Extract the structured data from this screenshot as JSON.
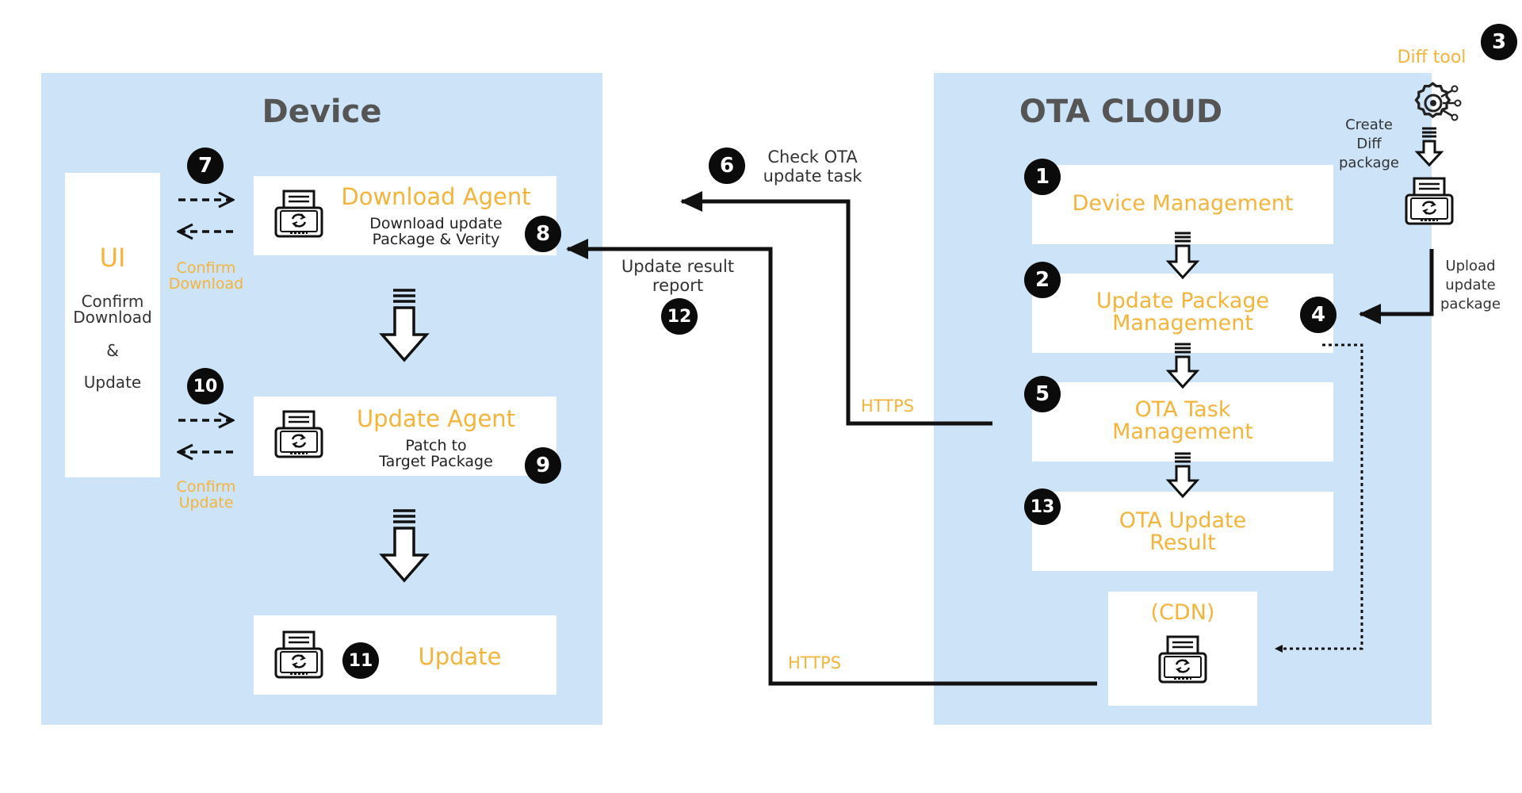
{
  "device": {
    "title": "Device",
    "ui": {
      "title": "UI",
      "line1": "Confirm",
      "line2": "Download",
      "line3": "&",
      "line4": "Update"
    },
    "download_agent": {
      "title": "Download Agent",
      "sub1": "Download update",
      "sub2": "Package & Verity"
    },
    "update_agent": {
      "title": "Update Agent",
      "sub1": "Patch to",
      "sub2": "Target Package"
    },
    "update": {
      "title": "Update"
    },
    "confirm_download": {
      "line1": "Confirm",
      "line2": "Download"
    },
    "confirm_update": {
      "line1": "Confirm",
      "line2": "Update"
    }
  },
  "cloud": {
    "title": "OTA CLOUD",
    "device_management": {
      "title": "Device Management"
    },
    "update_package_management": {
      "line1": "Update Package",
      "line2": "Management"
    },
    "ota_task_management": {
      "line1": "OTA Task",
      "line2": "Management"
    },
    "ota_update_result": {
      "line1": "OTA Update",
      "line2": "Result"
    },
    "cdn": {
      "title": "(CDN)"
    }
  },
  "diff_tool": {
    "title": "Diff tool",
    "create1": "Create",
    "create2": "Diff",
    "create3": "package",
    "upload1": "Upload",
    "upload2": "update",
    "upload3": "package"
  },
  "flows": {
    "check_task1": "Check OTA",
    "check_task2": "update task",
    "result_report1": "Update result",
    "result_report2": "report",
    "https_top": "HTTPS",
    "https_bottom": "HTTPS"
  },
  "badges": {
    "b1": "1",
    "b2": "2",
    "b3": "3",
    "b4": "4",
    "b5": "5",
    "b6": "6",
    "b7": "7",
    "b8": "8",
    "b9": "9",
    "b10": "10",
    "b11": "11",
    "b12": "12",
    "b13": "13"
  },
  "colors": {
    "panel": "#cde3f8",
    "accent": "#f4b43a",
    "badge": "#0b0b0b",
    "title_gray": "#555555"
  }
}
